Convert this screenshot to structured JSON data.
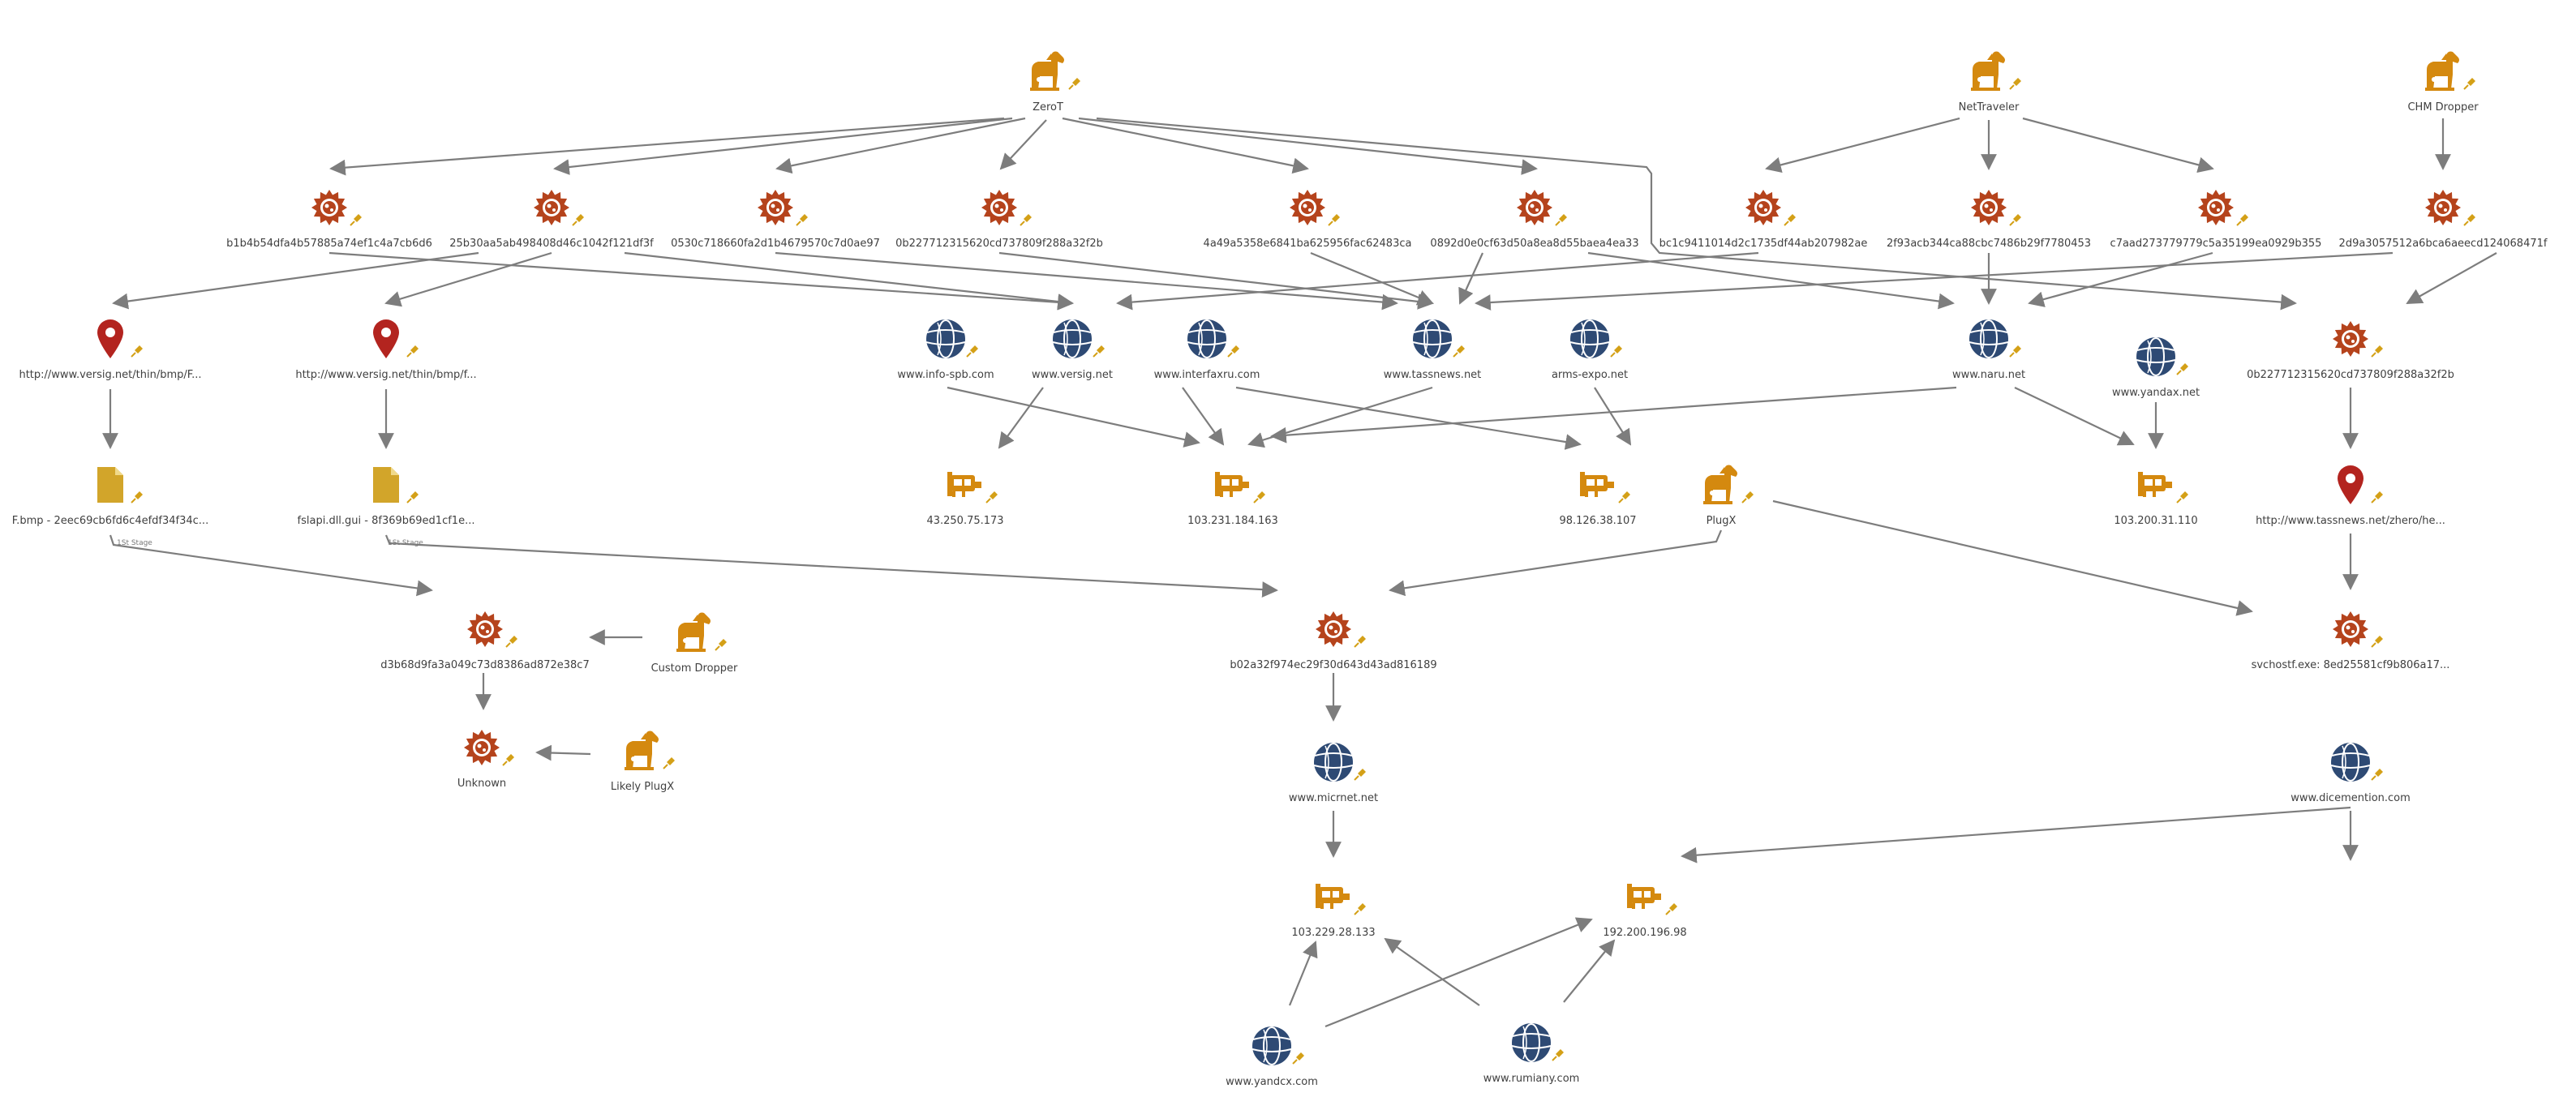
{
  "nodes": [
    {
      "id": "zerot",
      "type": "trojan",
      "label": "ZeroT"
    },
    {
      "id": "nettraveler",
      "type": "trojan",
      "label": "NetTraveler"
    },
    {
      "id": "chmdropper",
      "type": "trojan",
      "label": "CHM Dropper"
    },
    {
      "id": "h1",
      "type": "malware",
      "label": "b1b4b54dfa4b57885a74ef1c4a7cb6d6"
    },
    {
      "id": "h2",
      "type": "malware",
      "label": "25b30aa5ab498408d46c1042f121df3f"
    },
    {
      "id": "h3",
      "type": "malware",
      "label": "0530c718660fa2d1b4679570c7d0ae97"
    },
    {
      "id": "h4",
      "type": "malware",
      "label": "0b227712315620cd737809f288a32f2b"
    },
    {
      "id": "h5",
      "type": "malware",
      "label": "4a49a5358e6841ba625956fac62483ca"
    },
    {
      "id": "h6",
      "type": "malware",
      "label": "0892d0e0cf63d50a8ea8d55baea4ea33"
    },
    {
      "id": "h7",
      "type": "malware",
      "label": "bc1c9411014d2c1735df44ab207982ae"
    },
    {
      "id": "h8",
      "type": "malware",
      "label": "2f93acb344ca88cbc7486b29f7780453"
    },
    {
      "id": "h9",
      "type": "malware",
      "label": "c7aad273779779c5a35199ea0929b355"
    },
    {
      "id": "h10",
      "type": "malware",
      "label": "2d9a3057512a6bca6aeecd124068471f"
    },
    {
      "id": "url1",
      "type": "location",
      "label": "http://www.versig.net/thin/bmp/F..."
    },
    {
      "id": "url2",
      "type": "location",
      "label": "http://www.versig.net/thin/bmp/f..."
    },
    {
      "id": "d_infospb",
      "type": "domain",
      "label": "www.info-spb.com"
    },
    {
      "id": "d_versig",
      "type": "domain",
      "label": "www.versig.net"
    },
    {
      "id": "d_interfaxru",
      "type": "domain",
      "label": "www.interfaxru.com"
    },
    {
      "id": "d_tassnews",
      "type": "domain",
      "label": "www.tassnews.net"
    },
    {
      "id": "d_armsexpo",
      "type": "domain",
      "label": "arms-expo.net"
    },
    {
      "id": "d_naru",
      "type": "domain",
      "label": "www.naru.net"
    },
    {
      "id": "d_yandax",
      "type": "domain",
      "label": "www.yandax.net"
    },
    {
      "id": "h11",
      "type": "malware",
      "label": "0b227712315620cd737809f288a32f2b"
    },
    {
      "id": "file1",
      "type": "file",
      "label": "F.bmp - 2eec69cb6fd6c4efdf34f34c..."
    },
    {
      "id": "file2",
      "type": "file",
      "label": "fslapi.dll.gui - 8f369b69ed1cf1e..."
    },
    {
      "id": "ip1",
      "type": "ip",
      "label": "43.250.75.173"
    },
    {
      "id": "ip2",
      "type": "ip",
      "label": "103.231.184.163"
    },
    {
      "id": "ip3",
      "type": "ip",
      "label": "98.126.38.107"
    },
    {
      "id": "plugx",
      "type": "trojan",
      "label": "PlugX"
    },
    {
      "id": "ip4",
      "type": "ip",
      "label": "103.200.31.110"
    },
    {
      "id": "url3",
      "type": "location",
      "label": "http://www.tassnews.net/zhero/he..."
    },
    {
      "id": "h12",
      "type": "malware",
      "label": "d3b68d9fa3a049c73d8386ad872e38c7"
    },
    {
      "id": "customdropper",
      "type": "trojan",
      "label": "Custom Dropper"
    },
    {
      "id": "h13",
      "type": "malware",
      "label": "b02a32f974ec29f30d643d43ad816189"
    },
    {
      "id": "svchost",
      "type": "malware",
      "label": "svchostf.exe: 8ed25581cf9b806a17..."
    },
    {
      "id": "unknown",
      "type": "malware",
      "label": "Unknown"
    },
    {
      "id": "likelyplugx",
      "type": "trojan",
      "label": "Likely PlugX"
    },
    {
      "id": "d_micrnet",
      "type": "domain",
      "label": "www.micrnet.net"
    },
    {
      "id": "d_dicemention",
      "type": "domain",
      "label": "www.dicemention.com"
    },
    {
      "id": "ip5",
      "type": "ip",
      "label": "103.229.28.133"
    },
    {
      "id": "ip6",
      "type": "ip",
      "label": "192.200.196.98"
    },
    {
      "id": "d_yandcx",
      "type": "domain",
      "label": "www.yandcx.com"
    },
    {
      "id": "d_rumiany",
      "type": "domain",
      "label": "www.rumiany.com"
    }
  ],
  "edge_labels": {
    "stage1": "1St Stage",
    "stage2": "1St Stage"
  },
  "colors": {
    "trojan": "#d4890f",
    "malware": "#b5431c",
    "domain": "#2e4a74",
    "ip": "#d4890f",
    "file": "#d2a52a",
    "location": "#b3241f",
    "pin": "#d4a017",
    "edge": "#7d7d7d"
  }
}
